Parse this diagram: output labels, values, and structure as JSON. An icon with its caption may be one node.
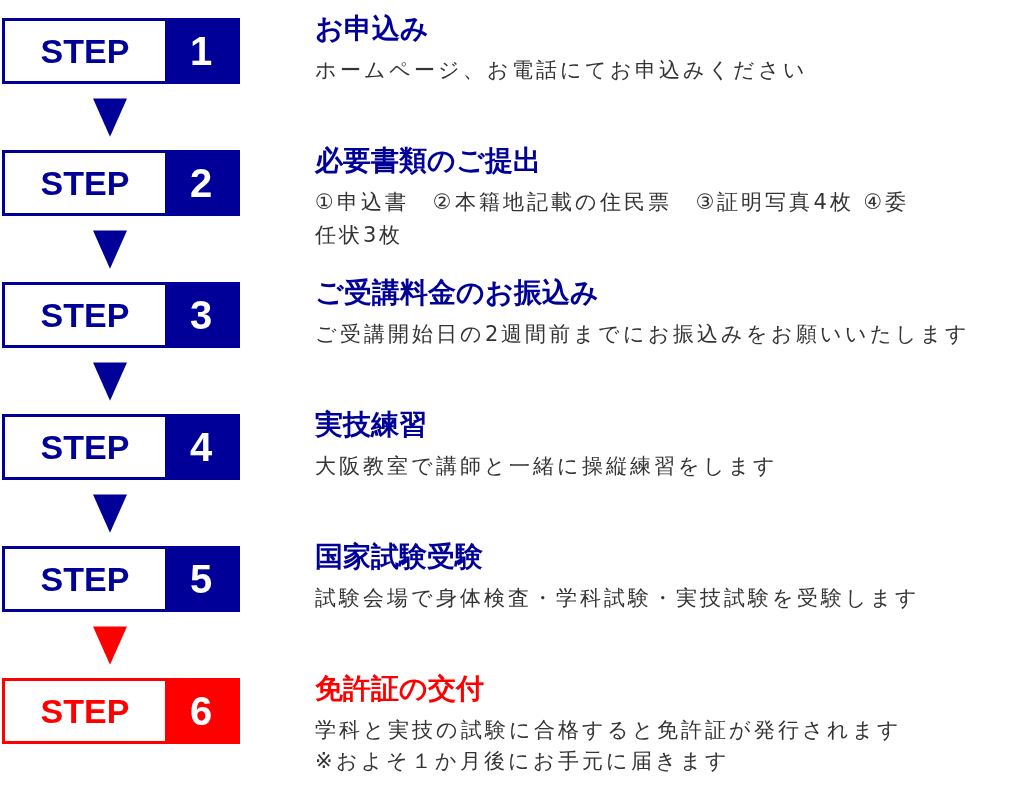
{
  "diagram": {
    "nodes": [
      {
        "text": [
          "STEP",
          "1"
        ],
        "beside": [
          "お申込み",
          "ホームページ、お電話にてお申込みください"
        ]
      },
      {
        "text": [
          "STEP",
          "2"
        ],
        "beside": [
          "必要書類のご提出",
          "①申込書　②本籍地記載の住民票　③証明写真4枚 ④委任状3枚"
        ]
      },
      {
        "text": [
          "STEP",
          "3"
        ],
        "beside": [
          "ご受講料金のお振込み",
          "ご受講開始日の2週間前までにお振込みをお願いいたします"
        ]
      },
      {
        "text": [
          "STEP",
          "4"
        ],
        "beside": [
          "実技練習",
          "大阪教室で講師と一緒に操縦練習をします"
        ]
      },
      {
        "text": [
          "STEP",
          "5"
        ],
        "beside": [
          "国家試験受験",
          "試験会場で身体検査・学科試験・実技試験を受験します"
        ]
      },
      {
        "text": [
          "STEP",
          "6"
        ],
        "beside": [
          "免許証の交付",
          "学科と実技の試験に合格すると免許証が発行されます",
          "※およそ１か月後にお手元に届きます"
        ]
      }
    ],
    "edges": [
      {
        "from": 0,
        "to": 1,
        "arrow": "to"
      },
      {
        "from": 1,
        "to": 2,
        "arrow": "to"
      },
      {
        "from": 2,
        "to": 3,
        "arrow": "to"
      },
      {
        "from": 3,
        "to": 4,
        "arrow": "to"
      },
      {
        "from": 4,
        "to": 5,
        "arrow": "to",
        "color": "#ff0000"
      }
    ]
  }
}
